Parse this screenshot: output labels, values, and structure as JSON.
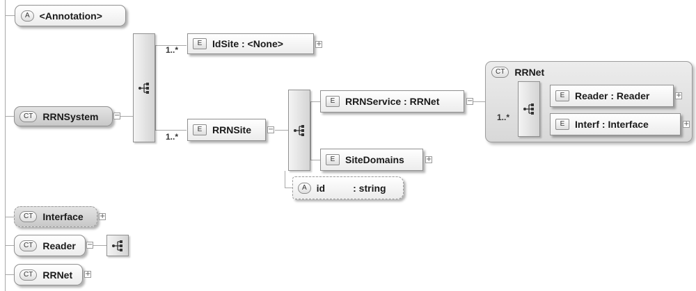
{
  "badges": {
    "attribute": "A",
    "element": "E",
    "complex_type": "CT"
  },
  "expander": {
    "expand": "+",
    "collapse": "−"
  },
  "nodes": {
    "annotation": {
      "label": "<Annotation>"
    },
    "rrn_system": {
      "label": "RRNSystem"
    },
    "id_site": {
      "label": "IdSite : <None>",
      "multiplicity": "1..*"
    },
    "rrn_site": {
      "label": "RRNSite",
      "multiplicity": "1..*"
    },
    "rrn_service": {
      "label": "RRNService : RRNet"
    },
    "site_domains": {
      "label": "SiteDomains"
    },
    "id_attr": {
      "name": "id",
      "type": ": string"
    },
    "rrnet_card": {
      "title": "RRNet",
      "multiplicity": "1..*"
    },
    "reader_el": {
      "label": "Reader : Reader"
    },
    "interf_el": {
      "label": "Interf : Interface"
    },
    "interface_type": {
      "label": "Interface"
    },
    "reader_type": {
      "label": "Reader"
    },
    "rrnet_type": {
      "label": "RRNet"
    }
  }
}
